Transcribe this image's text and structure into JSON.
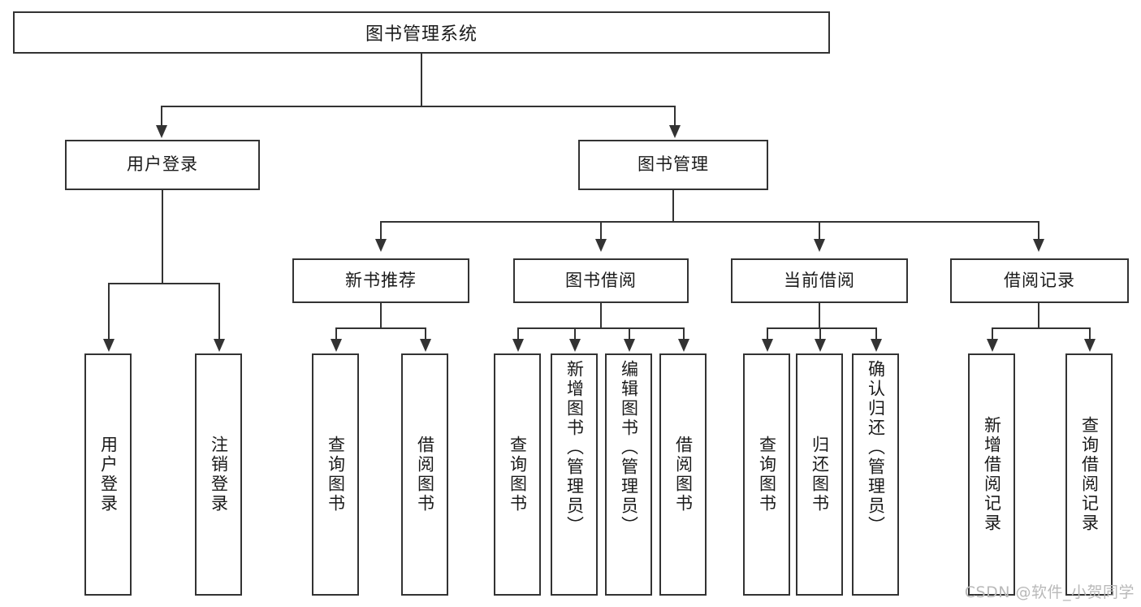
{
  "diagram": {
    "title": "图书管理系统",
    "watermark": "CSDN @软件_小贺同学",
    "colors": {
      "stroke": "#333333",
      "fill": "#ffffff",
      "text": "#1a1a1a",
      "watermark": "#b9b9b9"
    },
    "root": {
      "label": "图书管理系统"
    },
    "level2": [
      {
        "id": "user-login",
        "label": "用户登录"
      },
      {
        "id": "book-manage",
        "label": "图书管理"
      }
    ],
    "level3": [
      {
        "id": "new-book-recommend",
        "label": "新书推荐"
      },
      {
        "id": "book-borrow",
        "label": "图书借阅"
      },
      {
        "id": "current-borrow",
        "label": "当前借阅"
      },
      {
        "id": "borrow-record",
        "label": "借阅记录"
      }
    ],
    "leaves": {
      "user_login": [
        {
          "id": "leaf-user-login",
          "label": "用户登录"
        },
        {
          "id": "leaf-logout-login",
          "label": "注销登录"
        }
      ],
      "new_book_recommend": [
        {
          "id": "leaf-query-book-1",
          "label": "查询图书"
        },
        {
          "id": "leaf-borrow-book-1",
          "label": "借阅图书"
        }
      ],
      "book_borrow": [
        {
          "id": "leaf-query-book-2",
          "label": "查询图书"
        },
        {
          "id": "leaf-add-book",
          "label": "新增图书（管理员）"
        },
        {
          "id": "leaf-edit-book",
          "label": "编辑图书（管理员）"
        },
        {
          "id": "leaf-borrow-book-2",
          "label": "借阅图书"
        }
      ],
      "current_borrow": [
        {
          "id": "leaf-query-book-3",
          "label": "查询图书"
        },
        {
          "id": "leaf-return-book",
          "label": "归还图书"
        },
        {
          "id": "leaf-confirm-return",
          "label": "确认归还（管理员）"
        }
      ],
      "borrow_record": [
        {
          "id": "leaf-add-borrow-record",
          "label": "新增借阅记录"
        },
        {
          "id": "leaf-query-borrow-record",
          "label": "查询借阅记录"
        }
      ]
    }
  }
}
